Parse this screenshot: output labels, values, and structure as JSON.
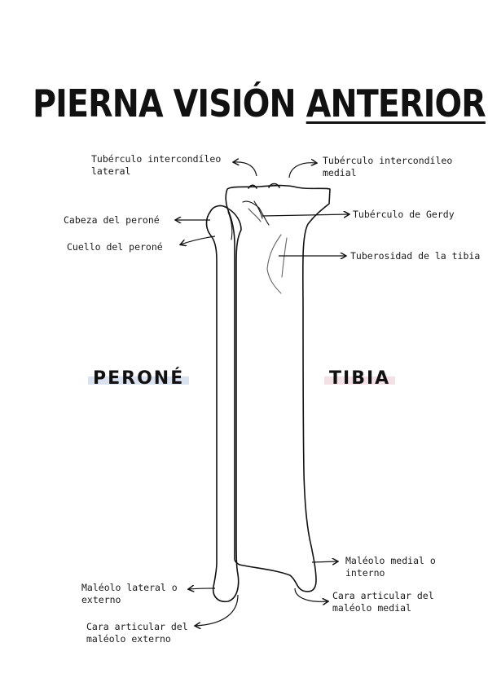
{
  "title": {
    "part1": "PIERNA VISIÓN ",
    "part2": "ANTERIOR"
  },
  "bones": {
    "fibula": "PERONÉ",
    "tibia": "TIBIA"
  },
  "labels": {
    "tub_lateral_1": "Tubérculo intercondíleo",
    "tub_lateral_2": "lateral",
    "tub_medial_1": "Tubérculo intercondíleo",
    "tub_medial_2": "medial",
    "cabeza_perone": "Cabeza del peroné",
    "tub_gerdy": "Tubérculo de Gerdy",
    "cuello_perone": "Cuello del peroné",
    "tuberosidad": "Tuberosidad de la tibia",
    "maleolo_medial_1": "Maléolo medial o",
    "maleolo_medial_2": "interno",
    "maleolo_lateral_1": "Maléolo lateral o",
    "maleolo_lateral_2": "externo",
    "cara_medial_1": "Cara articular del",
    "cara_medial_2": "maléolo medial",
    "cara_externo_1": "Cara articular del",
    "cara_externo_2": "maléolo externo"
  }
}
